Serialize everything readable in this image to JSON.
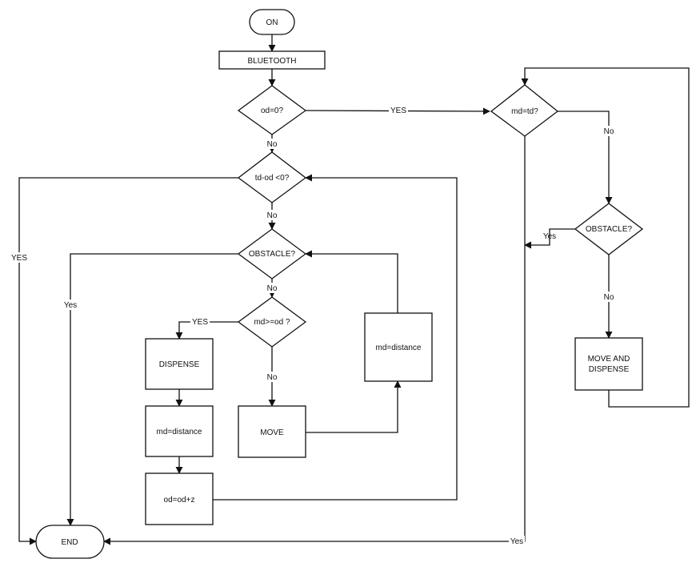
{
  "nodes": {
    "on": "ON",
    "bluetooth": "BLUETOOTH",
    "od_zero": "od=0?",
    "td_od": "td-od <0?",
    "obstacle_left": "OBSTACLE?",
    "md_ge_od": "md>=od ?",
    "dispense": "DISPENSE",
    "md_distance_left": "md=distance",
    "od_update": "od=od+z",
    "move": "MOVE",
    "md_distance_right": "md=distance",
    "end": "END",
    "md_td": "md=td?",
    "obstacle_right": "OBSTACLE?",
    "move_dispense_line1": "MOVE AND",
    "move_dispense_line2": "DISPENSE"
  },
  "edge_labels": {
    "od_zero_yes": "YES",
    "od_zero_no": "No",
    "td_od_yes": "YES",
    "td_od_no": "No",
    "obstacle_left_yes": "Yes",
    "obstacle_left_no": "No",
    "md_ge_od_yes": "YES",
    "md_ge_od_no": "No",
    "md_td_no": "No",
    "obstacle_right_yes": "Yes",
    "obstacle_right_no": "No",
    "md_td_yes": "Yes"
  }
}
